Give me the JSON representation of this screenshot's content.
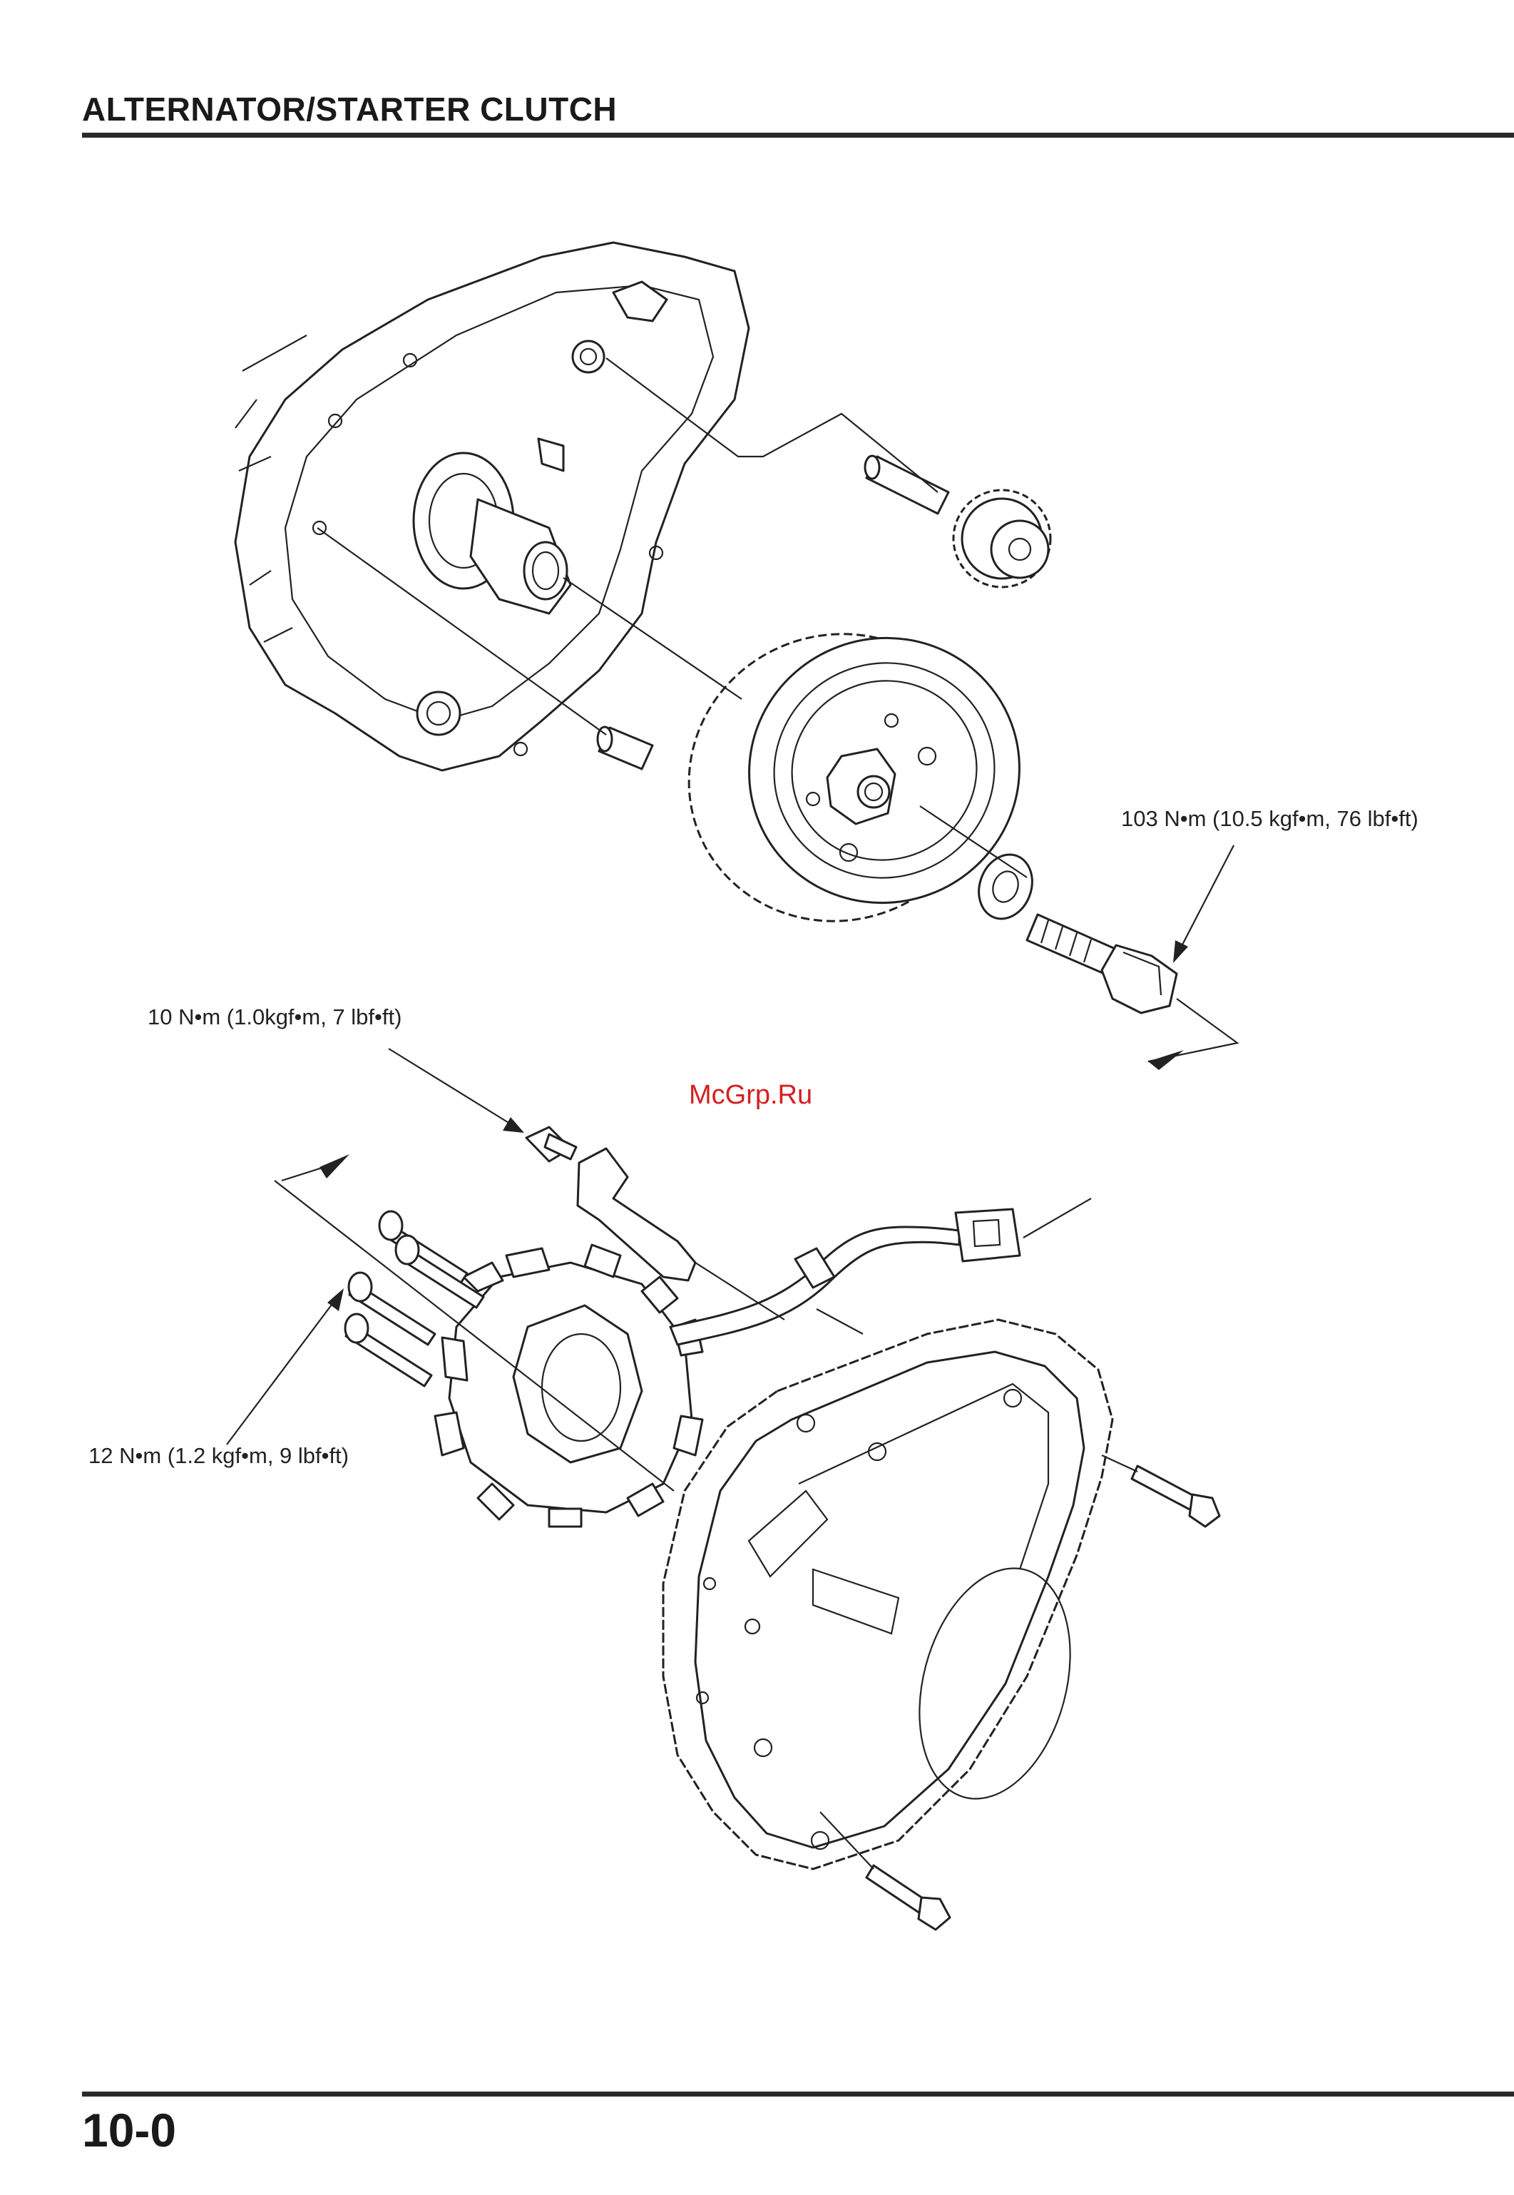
{
  "header": {
    "title": "ALTERNATOR/STARTER CLUTCH"
  },
  "footer": {
    "page_number": "10-0"
  },
  "labels": {
    "torque_flywheel_bolt": "103 N•m (10.5 kgf•m, 76 lbf•ft)",
    "torque_bracket_bolt": "10 N•m (1.0kgf•m, 7 lbf•ft)",
    "torque_stator_bolts": "12 N•m (1.2 kgf•m, 9 lbf•ft)"
  },
  "watermark": "McGrp.Ru",
  "colors": {
    "ink": "#222222",
    "watermark": "#d42020",
    "rule": "#2a2a2a"
  }
}
